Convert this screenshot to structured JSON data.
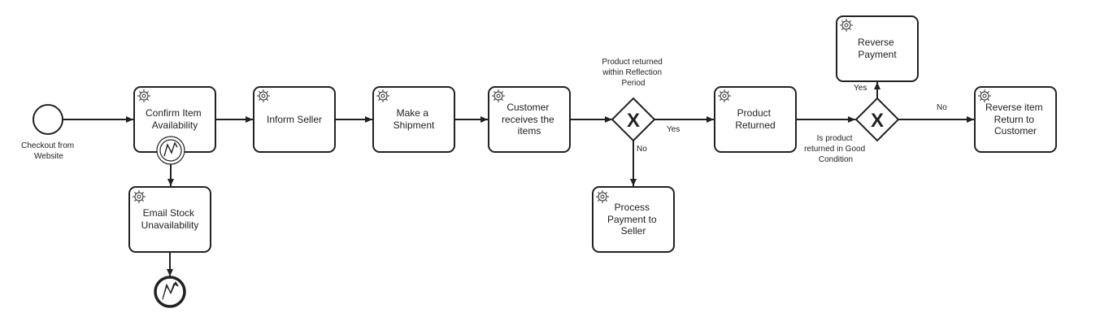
{
  "start_event": {
    "label": [
      "Checkout from",
      "Website"
    ]
  },
  "tasks": {
    "confirm": [
      "Confirm Item",
      "Availability"
    ],
    "inform": [
      "Inform Seller"
    ],
    "ship": [
      "Make a",
      "Shipment"
    ],
    "customer": [
      "Customer",
      "receives the",
      "items"
    ],
    "process": [
      "Process",
      "Payment to",
      "Seller"
    ],
    "returned": [
      "Product",
      "Returned"
    ],
    "reverse_payment": [
      "Reverse",
      "Payment"
    ],
    "reverse_item": [
      "Reverse item",
      "Return to",
      "Customer"
    ],
    "email": [
      "Email Stock",
      "Unavailability"
    ]
  },
  "gateways": {
    "g1": {
      "label": [
        "Product returned",
        "within Reflection",
        "Period"
      ],
      "symbol": "X"
    },
    "g2": {
      "label": [
        "Is product",
        "returned in Good",
        "Condition"
      ],
      "symbol": "X"
    }
  },
  "flow_labels": {
    "g1_yes": "Yes",
    "g1_no": "No",
    "g2_yes": "Yes",
    "g2_no": "No"
  },
  "icons": {
    "task": "gear-icon",
    "error": "lightning-icon"
  }
}
